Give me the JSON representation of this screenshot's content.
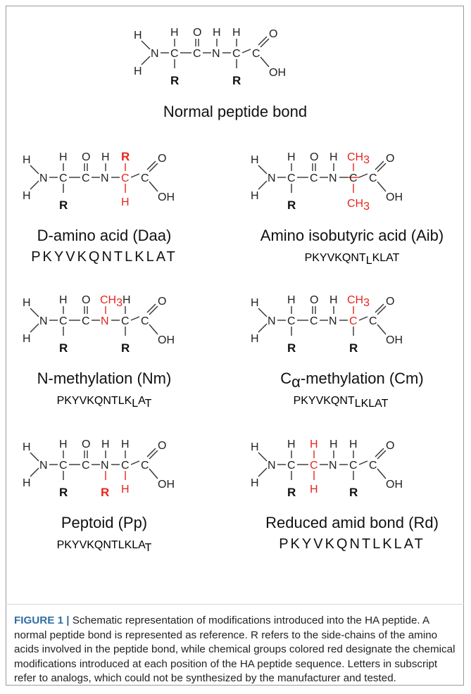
{
  "atoms": {
    "H": "H",
    "N": "N",
    "C": "C",
    "O": "O",
    "OH": "OH",
    "R": "R",
    "CH3_base": "CH",
    "CH3_sub": "3"
  },
  "panels": {
    "normal": {
      "title": "Normal peptide bond"
    },
    "daa": {
      "title": "D-amino acid (Daa)",
      "sequence": "PKYVKQNTLKLAT"
    },
    "aib": {
      "title": "Amino isobutyric acid (Aib)",
      "seq_main": "PKYVKQNT",
      "seq_sub1": "L",
      "seq_tail": "KLAT"
    },
    "nm": {
      "title": "N-methylation (Nm)",
      "seq_main": "PKYVKQNTLK",
      "seq_sub1": "L",
      "seq_mid": "A",
      "seq_sub2": "T"
    },
    "cm": {
      "title_pre": "C",
      "title_sub": "α",
      "title_post": "-methylation (Cm)",
      "seq_main": "PKYVKQNT",
      "seq_sub1": "LKLAT"
    },
    "pp": {
      "title": "Peptoid (Pp)",
      "seq_main": "PKYVKQNTLKLA",
      "seq_sub1": "T"
    },
    "rd": {
      "title": "Reduced amid bond (Rd)",
      "sequence": "PKYVKQNTLKLAT"
    }
  },
  "caption": {
    "lead": "FIGURE 1 |",
    "text": " Schematic representation of modifications introduced into the HA peptide. A normal peptide bond is represented as reference. R refers to the side-chains of the amino acids involved in the peptide bond, while chemical groups colored red designate the chemical modifications introduced at each position of the HA peptide sequence. Letters in subscript refer to analogs, which could not be synthesized by the manufacturer and tested."
  },
  "colors": {
    "modification": "#e8241e",
    "caption_lead": "#2f6ea5",
    "text": "#111111",
    "frame": "#9a9a9a"
  }
}
